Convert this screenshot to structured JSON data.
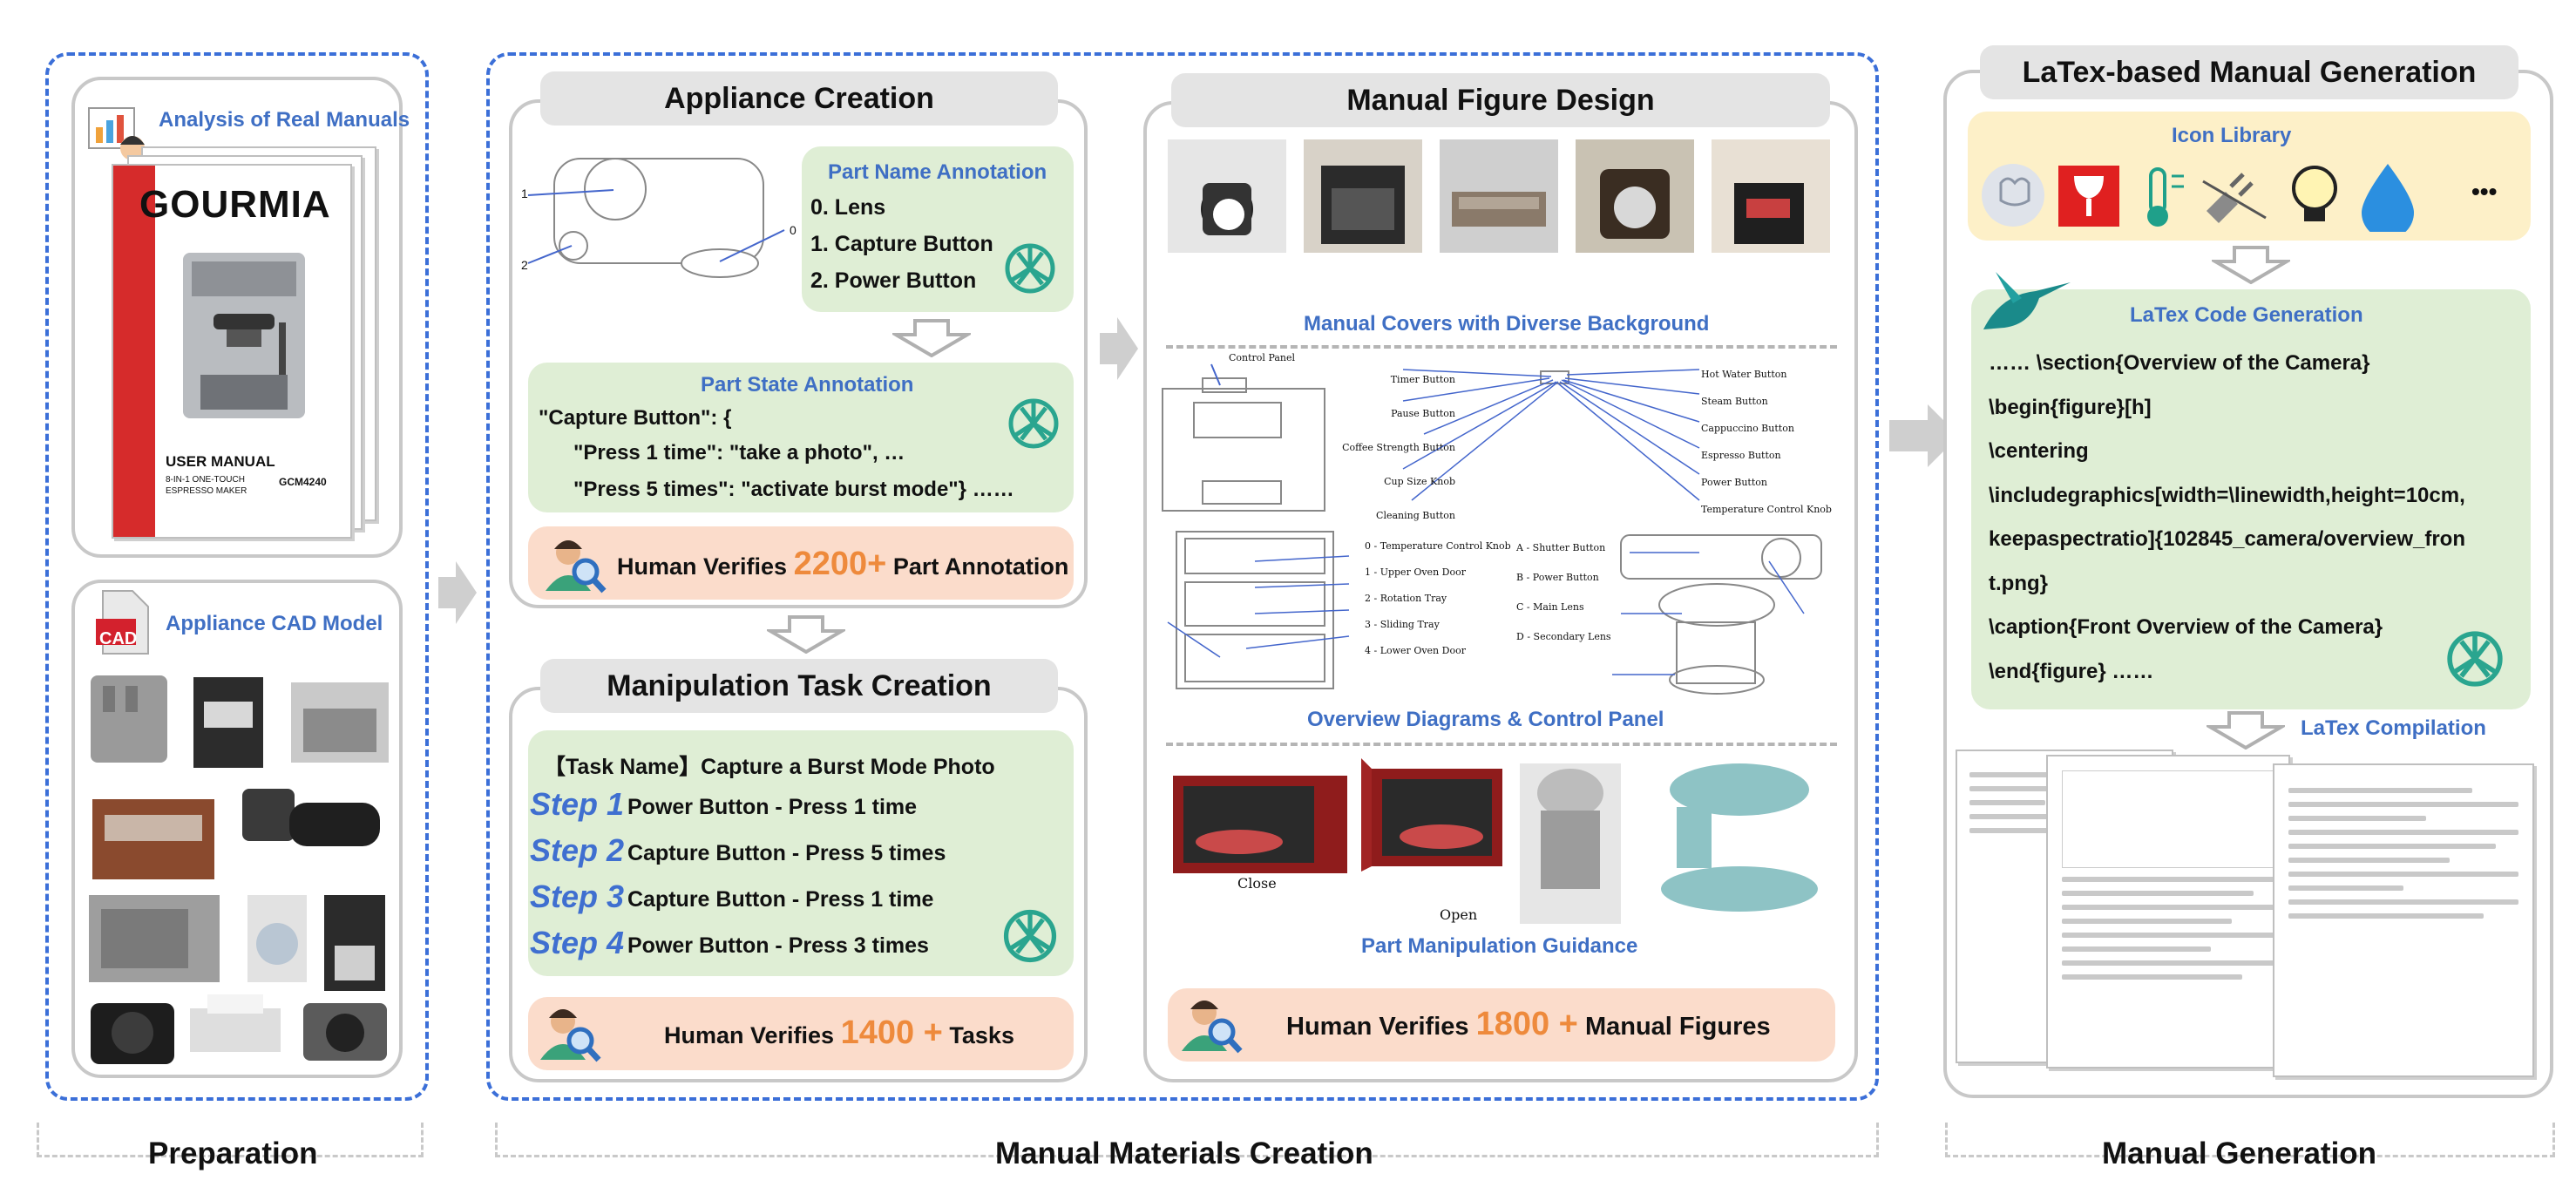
{
  "preparation": {
    "real_manuals_title": "Analysis of Real Manuals",
    "manual_brand": "GOURMIA",
    "manual_title": "USER MANUAL",
    "manual_subtitle": "8-IN-1 ONE-TOUCH ESPRESSO MAKER",
    "manual_model": "GCM4240",
    "cad_title": "Appliance CAD Model",
    "cad_icon_text": "CAD"
  },
  "appliance_creation": {
    "title": "Appliance Creation",
    "part_name_title": "Part Name Annotation",
    "part_names": [
      "0. Lens",
      "1. Capture Button",
      "2. Power Button"
    ],
    "diagram_labels": [
      "1",
      "2",
      "0"
    ],
    "part_state_title": "Part State Annotation",
    "part_state_lines": [
      "\"Capture Button\": {",
      "\"Press 1 time\": \"take a photo\", …",
      "\"Press 5 times\": \"activate burst mode\"} ……"
    ],
    "verify_prefix": "Human Verifies",
    "verify_count": "2200+",
    "verify_suffix": "Part Annotation"
  },
  "task_creation": {
    "title": "Manipulation Task Creation",
    "task_name": "【Task Name】Capture a Burst Mode Photo",
    "steps": [
      {
        "label": "Step 1",
        "text": "Power Button - Press 1 time"
      },
      {
        "label": "Step 2",
        "text": "Capture Button - Press 5 times"
      },
      {
        "label": "Step 3",
        "text": "Capture Button - Press 1 time"
      },
      {
        "label": "Step 4",
        "text": "Power Button - Press 3 times"
      }
    ],
    "verify_prefix": "Human Verifies",
    "verify_count": "1400 +",
    "verify_suffix": "Tasks"
  },
  "figure_design": {
    "title": "Manual Figure Design",
    "covers_caption": "Manual Covers with Diverse Background",
    "overview_caption": "Overview Diagrams & Control Panel",
    "control_panel_label": "Control Panel",
    "panel_labels_left": [
      "Timer Button",
      "Pause Button",
      "Coffee Strength Button",
      "Cup Size Knob",
      "Cleaning Button"
    ],
    "panel_labels_right": [
      "Hot Water Button",
      "Steam Button",
      "Cappuccino Button",
      "Espresso Button",
      "Power Button",
      "Temperature Control Knob"
    ],
    "oven_labels": [
      "0 - Temperature Control Knob",
      "1 - Upper Oven Door",
      "2 - Rotation Tray",
      "3 - Sliding Tray",
      "4 - Lower Oven Door"
    ],
    "camera_labels": [
      "A - Shutter Button",
      "B - Power Button",
      "C - Main Lens",
      "D - Secondary Lens"
    ],
    "manipulation_caption": "Part Manipulation Guidance",
    "close_label": "Close",
    "open_label": "Open",
    "verify_prefix": "Human Verifies",
    "verify_count": "1800 +",
    "verify_suffix": "Manual Figures"
  },
  "latex": {
    "title": "LaTex-based Manual Generation",
    "icon_library_title": "Icon Library",
    "icon_more": "•••",
    "code_title": "LaTex Code Generation",
    "code_lines": [
      "…… \\section{Overview of the Camera}",
      "\\begin{figure}[h]",
      "\\centering",
      "\\includegraphics[width=\\linewidth,height=10cm,",
      "keepaspectratio]{102845_camera/overview_fron",
      "t.png}",
      "\\caption{Front Overview of the Camera}",
      "\\end{figure} ……"
    ],
    "compilation_title": "LaTex Compilation"
  },
  "bottom_labels": {
    "preparation": "Preparation",
    "materials": "Manual Materials Creation",
    "generation": "Manual Generation"
  },
  "colors": {
    "blue_dash": "#3b6fd8",
    "green": "#dfeed5",
    "peach": "#fbdccb",
    "orange": "#ee8a3c",
    "blue_text": "#3f6fc4",
    "yellow": "#fdf0c8"
  }
}
